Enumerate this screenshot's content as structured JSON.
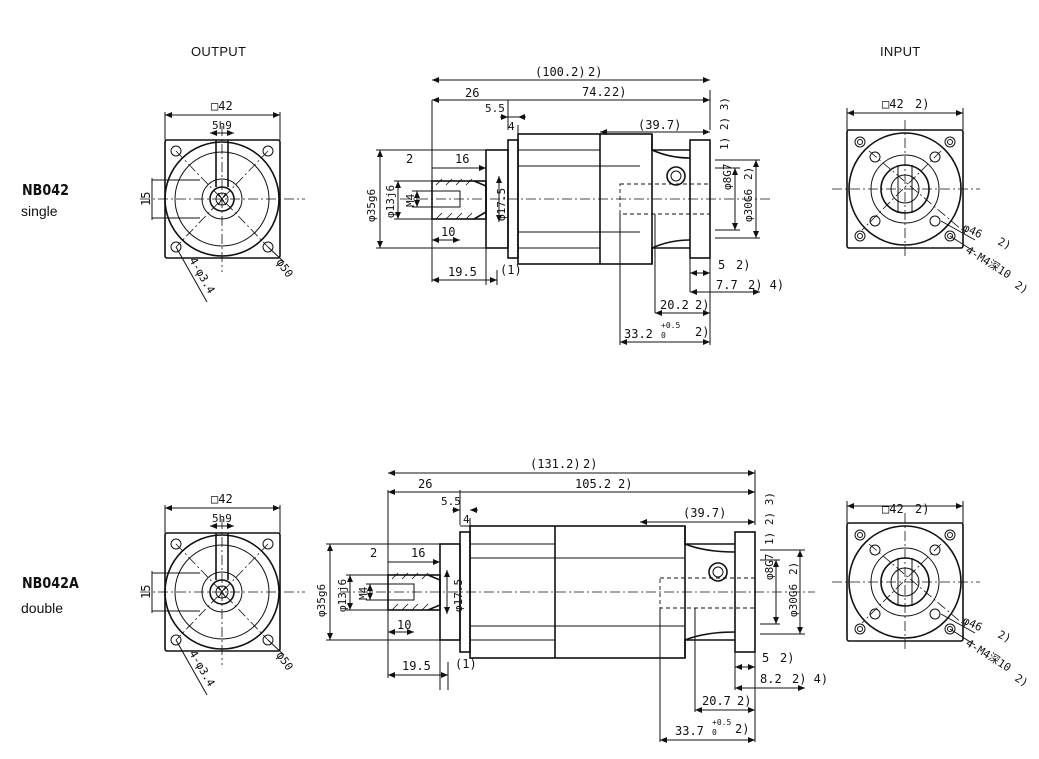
{
  "headers": {
    "output": "OUTPUT",
    "input": "INPUT"
  },
  "models": [
    {
      "name": "NB042",
      "variant": "single",
      "output_face": {
        "square": "□42",
        "key": "5h9",
        "pilot": "15",
        "holes": "4-φ3.4",
        "pcd": "φ50"
      },
      "side": {
        "overall": "(100.2)",
        "overall_note": "2)",
        "flange_to_end": "26",
        "body": "74.2",
        "body_note": "2)",
        "step1": "5.5",
        "step2": "4",
        "adapter": "(39.7)",
        "notes_right": "1) 2) 3)",
        "shaft_tip": "2",
        "shaft_len": "16",
        "screw": "M4",
        "shaft_d": "φ13j6",
        "pilot_d": "φ35g6",
        "thread_depth": "10",
        "boss_d": "φ17.5",
        "flange_pos": "19.5",
        "flange_note": "(1)",
        "input_bore": "φ8G7",
        "input_pilot": "φ30G6",
        "input_pilot_note": "2)",
        "d5": "5",
        "d5_note": "2)",
        "d77": "7.7",
        "d77_note": "2) 4)",
        "d202": "20.2",
        "d202_note": "2)",
        "d332": "33.2",
        "tol_up": "+0.5",
        "tol_lo": "0",
        "d332_note": "2)"
      },
      "input_face": {
        "square": "□42",
        "square_note": "2)",
        "pcd": "φ46",
        "pcd_note": "2)",
        "holes": "4-M4深10",
        "holes_note": "2)"
      }
    },
    {
      "name": "NB042A",
      "variant": "double",
      "output_face": {
        "square": "□42",
        "key": "5h9",
        "pilot": "15",
        "holes": "4-φ3.4",
        "pcd": "φ50"
      },
      "side": {
        "overall": "(131.2)",
        "overall_note": "2)",
        "flange_to_end": "26",
        "body": "105.2",
        "body_note": "2)",
        "step1": "5.5",
        "step2": "4",
        "adapter": "(39.7)",
        "notes_right": "1) 2) 3)",
        "shaft_tip": "2",
        "shaft_len": "16",
        "screw": "M4",
        "shaft_d": "φ13j6",
        "pilot_d": "φ35g6",
        "thread_depth": "10",
        "boss_d": "φ17.5",
        "flange_pos": "19.5",
        "flange_note": "(1)",
        "input_bore": "φ8G7",
        "input_pilot": "φ30G6",
        "input_pilot_note": "2)",
        "d5": "5",
        "d5_note": "2)",
        "d77": "8.2",
        "d77_note": "2) 4)",
        "d202": "20.7",
        "d202_note": "2)",
        "d332": "33.7",
        "tol_up": "+0.5",
        "tol_lo": "0",
        "d332_note": "2)"
      },
      "input_face": {
        "square": "□42",
        "square_note": "2)",
        "pcd": "φ46",
        "pcd_note": "2)",
        "holes": "4-M4深10",
        "holes_note": "2)"
      }
    }
  ]
}
